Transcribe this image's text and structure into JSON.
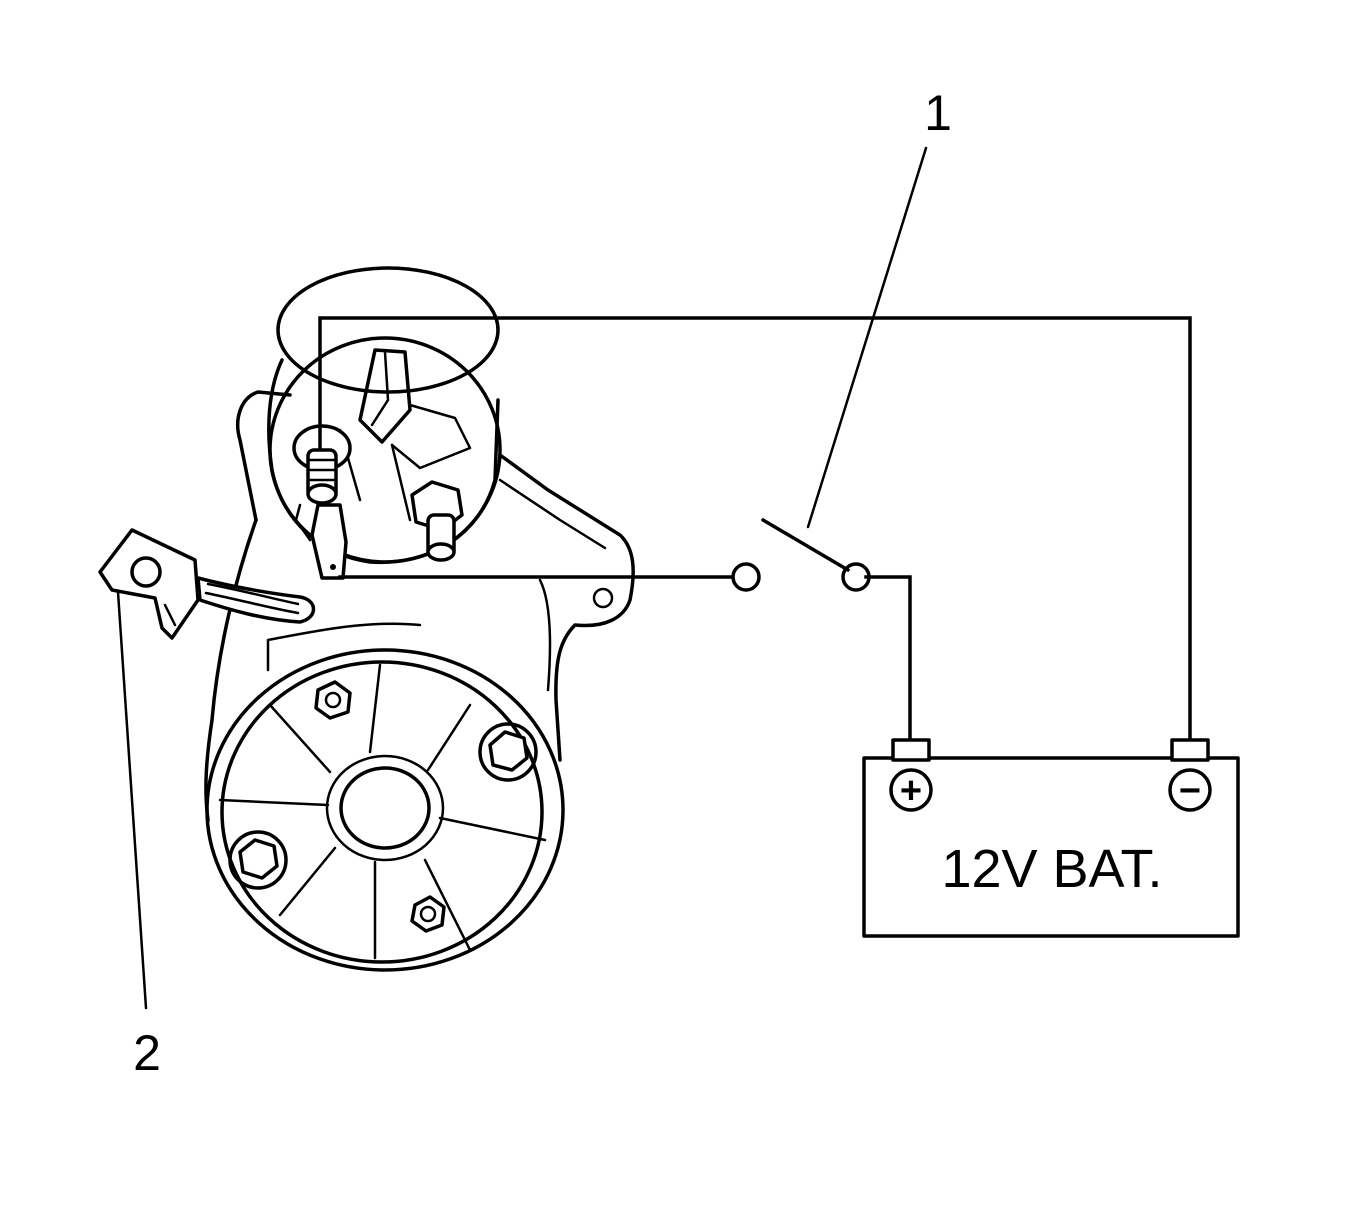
{
  "callouts": [
    {
      "id": "1",
      "text": "1"
    },
    {
      "id": "2",
      "text": "2"
    }
  ],
  "battery": {
    "label": "12V BAT.",
    "positive_symbol": "+",
    "negative_symbol": "−"
  },
  "colors": {
    "ink": "#000000",
    "background": "#ffffff"
  }
}
